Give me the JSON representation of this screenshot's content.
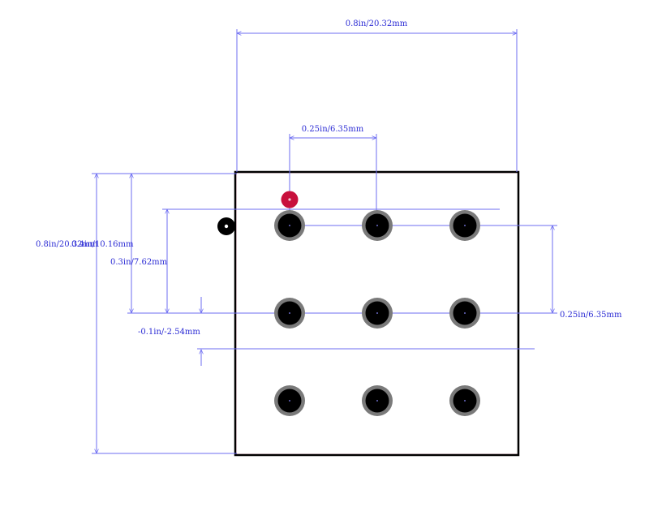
{
  "dimensions": {
    "top_width": "0.8in/20.32mm",
    "pitch_x": "0.25in/6.35mm",
    "overall_height": "0.8in/20.32mm",
    "half_height": "0.4in/10.16mm",
    "row_offset": "0.3in/7.62mm",
    "small_offset": "-0.1in/-2.54mm",
    "pitch_y": "0.25in/6.35mm"
  },
  "colors": {
    "dim_line": "#6d6df2",
    "dim_text": "#2a2ad4",
    "outline": "#000000",
    "courtyard": "#f2a8c4",
    "pad_ring": "#7a7a7a",
    "pad_fill": "#000000",
    "pin1_marker": "#c8103c"
  },
  "grid": {
    "rows": 3,
    "cols": 3
  },
  "markers": [
    "pin1-marker-icon",
    "polarity-dot-icon"
  ]
}
